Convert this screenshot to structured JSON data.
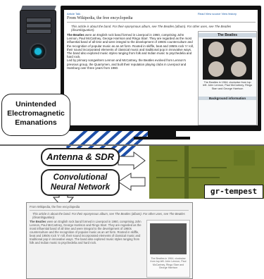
{
  "labels": {
    "emanations": "Unintended Electromagnetic Emanations",
    "antenna": "Antenna & SDR",
    "cnn": "Convolutional Neural Network",
    "tool": "gr-tempest"
  },
  "wiki": {
    "tabs": "Article   Talk",
    "right_tabs": "Read   View source   View history",
    "title": "From Wikipedia, the free encyclopedia",
    "hatnote": "This article is about the band. For their eponymous album, see The Beatles (album). For other uses, see The Beatles (disambiguation).",
    "lead_bold": "The Beatles",
    "body": "were an English rock band formed in Liverpool in 1960, comprising John Lennon, Paul McCartney, George Harrison and Ringo Starr. They are regarded as the most influential band of all time and were integral to the development of 1960s counterculture and the recognition of popular music as an art form. Rooted in skiffle, beat and 1950s rock 'n' roll, their sound incorporated elements of classical music and traditional pop in innovative ways. The band also explored music styles ranging from folk and Indian music to psychedelia and hard rock.",
    "body2": "Led by primary songwriters Lennon and McCartney, the Beatles evolved from Lennon's previous group, the Quarrymen, and built their reputation playing clubs in Liverpool and Hamburg over three years from 1960.",
    "infobox_title": "The Beatles",
    "caption": "The Beatles in 1964; clockwise from top left: John Lennon, Paul McCartney, Ringo Starr and George Harrison",
    "background": "Background information"
  },
  "colors": {
    "stripe": "#1e4fa8",
    "fan_glow": "#19b8d8",
    "capture_bg": "#73812a",
    "link": "#1a5ca8"
  }
}
